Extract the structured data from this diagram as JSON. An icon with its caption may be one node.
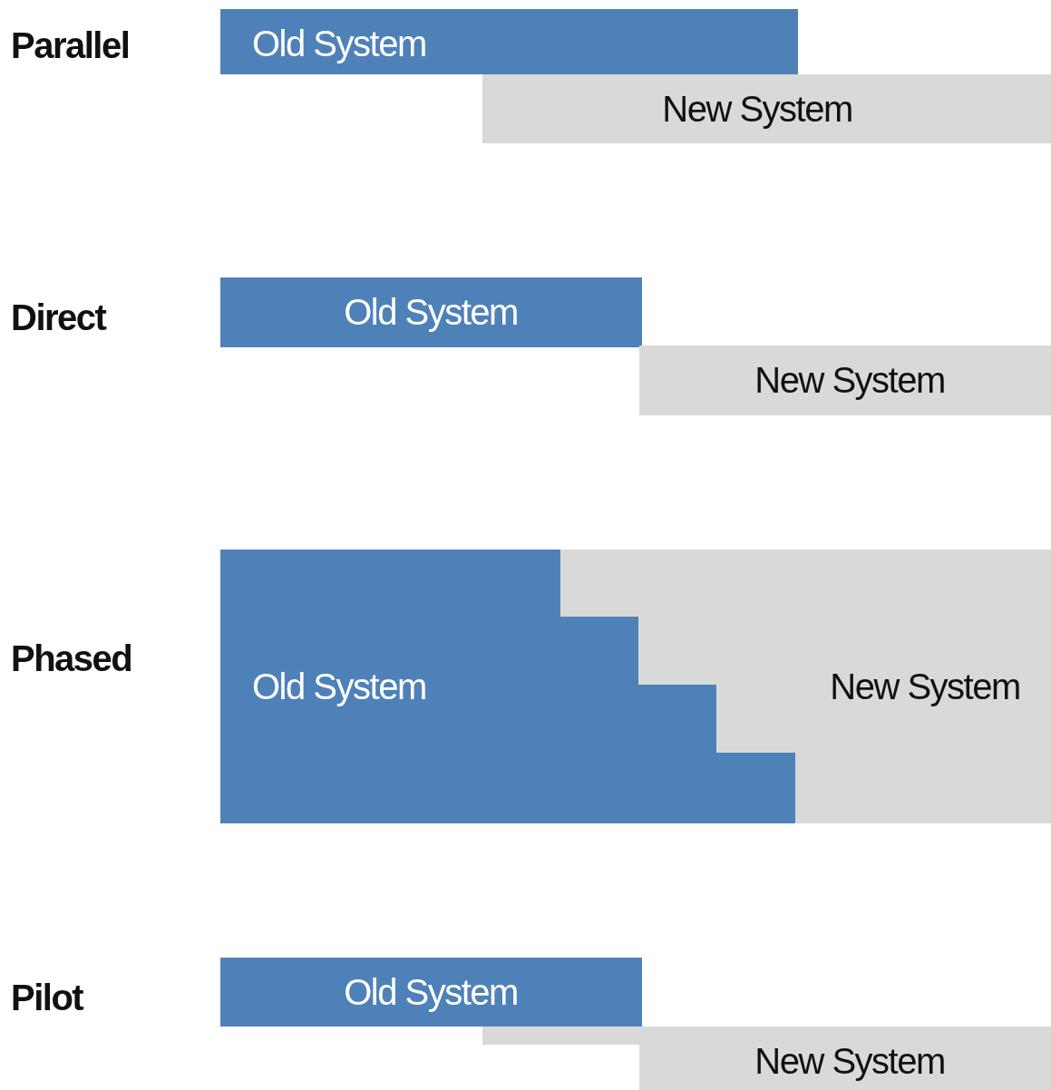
{
  "diagram": {
    "nodes": [
      {
        "text": [
          "Old System"
        ]
      },
      {
        "text": [
          "New System"
        ]
      },
      {
        "text": [
          "Old System"
        ]
      },
      {
        "text": [
          "New System"
        ]
      },
      {
        "text": [
          "Old System"
        ]
      },
      {
        "text": [
          "New System"
        ]
      },
      {
        "text": [
          "Old System"
        ]
      },
      {
        "text": [
          "New System"
        ]
      }
    ],
    "labels": [
      "Parallel",
      "Direct",
      "Phased",
      "Pilot"
    ]
  }
}
